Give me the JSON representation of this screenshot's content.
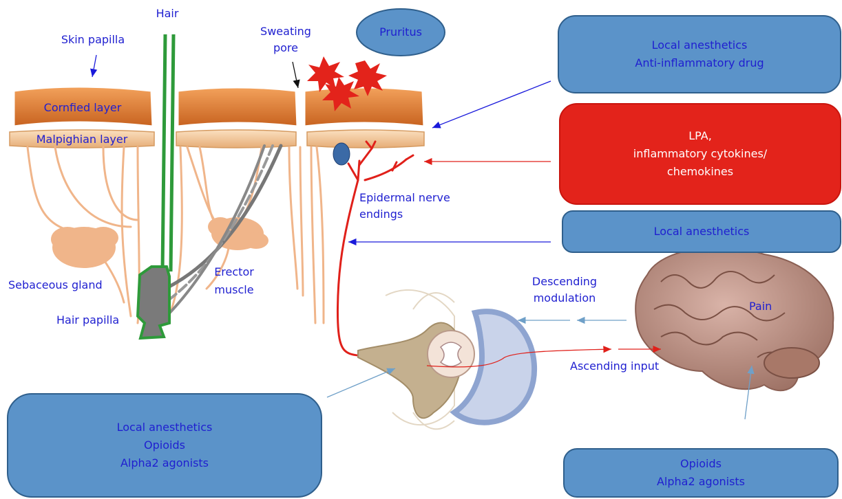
{
  "labels": {
    "hair": "Hair",
    "skin_papilla": "Skin papilla",
    "sweating_pore_line1": "Sweating",
    "sweating_pore_line2": "pore",
    "pruritus": "Pruritus",
    "cornified_layer": "Cornfied layer",
    "malpighian_layer": "Malpighian layer",
    "epidermal_nerve_line1": "Epidermal nerve",
    "epidermal_nerve_line2": "endings",
    "sebaceous_gland": "Sebaceous gland",
    "erector_muscle_line1": "Erector",
    "erector_muscle_line2": "muscle",
    "hair_papilla": "Hair papilla",
    "descending_line1": "Descending",
    "descending_line2": "modulation",
    "ascending_input": "Ascending input",
    "pain": "Pain"
  },
  "boxes": {
    "top_right": [
      "Local anesthetics",
      "Anti-inflammatory drug"
    ],
    "red": [
      "LPA,",
      "inflammatory cytokines/",
      "chemokines"
    ],
    "middle_right": [
      "Local anesthetics"
    ],
    "bottom_left": [
      "Local anesthetics",
      "Opioids",
      "Alpha2 agonists"
    ],
    "bottom_right": [
      "Opioids",
      "Alpha2 agonists"
    ]
  },
  "colors": {
    "box_fill": "#5b93c9",
    "box_red": "#e3231b",
    "label_text": "#1f1fd0",
    "nerve": "#e0201a",
    "cornified": "#d9742a",
    "malpighian": "#f2c79a",
    "hair": "#2e9a3a",
    "gland": "#f0b58a"
  }
}
